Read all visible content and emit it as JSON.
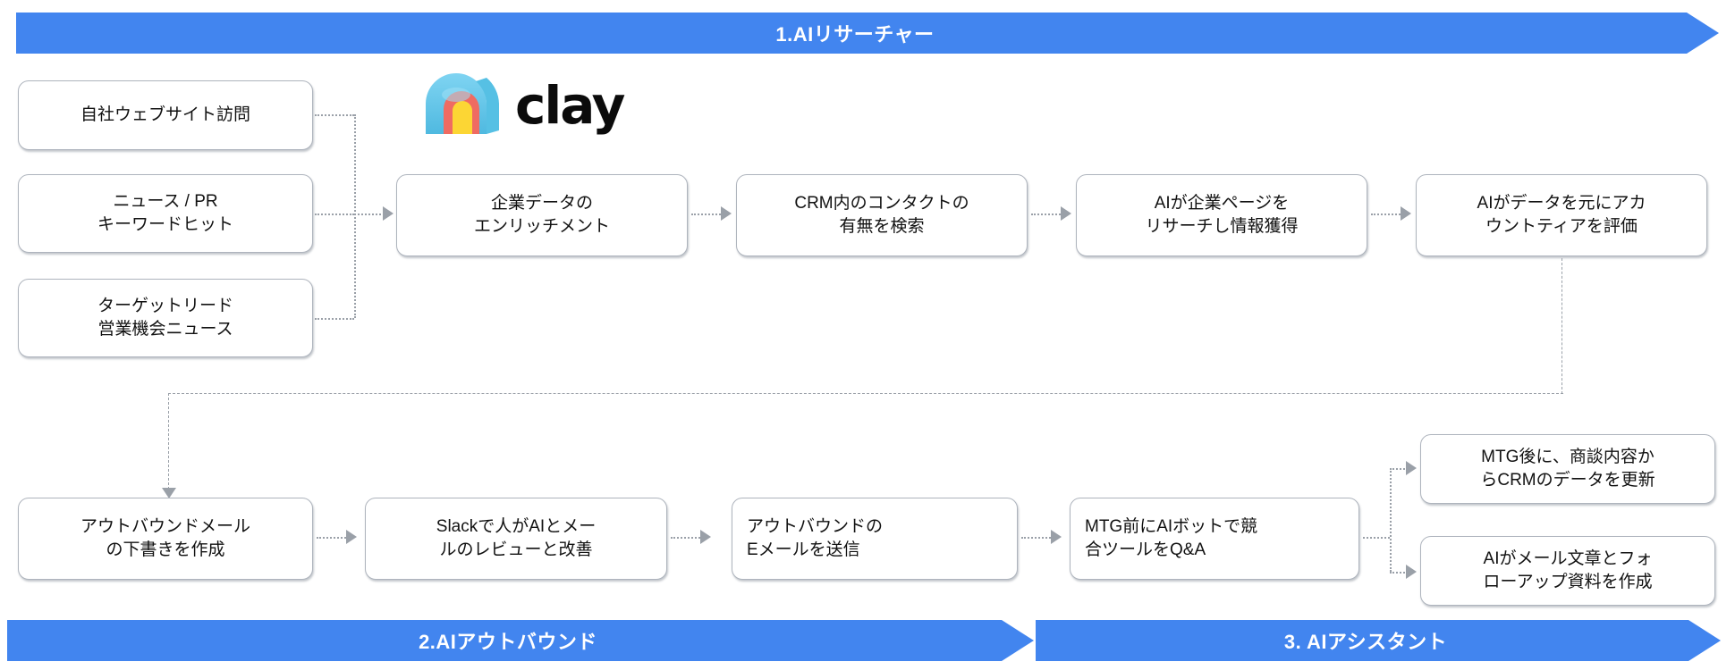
{
  "banners": {
    "top": {
      "label": "1.AIリサーチャー",
      "color": "#4285ef"
    },
    "bottom_left": {
      "label": "2.AIアウトバウンド",
      "color": "#4285ef"
    },
    "bottom_right": {
      "label": "3. AIアシスタント",
      "color": "#4285ef"
    }
  },
  "brand": {
    "name": "clay",
    "logo_icon": "clay-arch-logo"
  },
  "triggers": [
    {
      "label": "自社ウェブサイト訪問"
    },
    {
      "label": "ニュース / PR\nキーワードヒット"
    },
    {
      "label": "ターゲットリード\n営業機会ニュース"
    }
  ],
  "researcher_steps": [
    {
      "label": "企業データの\nエンリッチメント"
    },
    {
      "label": "CRM内のコンタクトの\n有無を検索"
    },
    {
      "label": "AIが企業ページを\nリサーチし情報獲得"
    },
    {
      "label": "AIがデータを元にアカ\nウントティアを評価"
    }
  ],
  "outbound_steps": [
    {
      "label": "アウトバウンドメール\nの下書きを作成"
    },
    {
      "label": "Slackで人がAIとメー\nルのレビューと改善"
    },
    {
      "label": "アウトバウンドの\nEメールを送信"
    }
  ],
  "assistant_steps": [
    {
      "label": "MTG前にAIボットで競\n合ツールをQ&A"
    }
  ],
  "assistant_outputs": [
    {
      "label": "MTG後に、商談内容か\nらCRMのデータを更新"
    },
    {
      "label": "AIがメール文章とフォ\nローアップ資料を作成"
    }
  ],
  "connectors": {
    "style": "dotted",
    "color": "#9aa0a8",
    "arrow": "triangle"
  }
}
